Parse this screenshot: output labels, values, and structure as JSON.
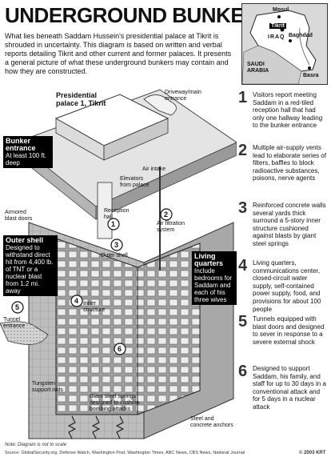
{
  "title": "UNDERGROUND BUNKER",
  "intro": "What lies beneath Saddam Hussein's presidential palace at Tikrit is shrouded in uncertainty. This diagram is based on written and verbal reports detailing Tikrit and other current and former palaces. It presents a general picture of what these underground bunkers may contain and how they are constructed.",
  "map": {
    "cities": [
      "Mosul",
      "Tikrit",
      "Baghdad",
      "Basra"
    ],
    "countries": [
      "IRAQ",
      "SAUDI ARABIA"
    ]
  },
  "diagram": {
    "palace_label": "Presidential palace 1, Tikrit",
    "driveway": "Driveway/main entrance",
    "air_intake": "Air intake",
    "elevators": "Elevators from palace",
    "reception": "Reception hall",
    "armored": "Armored blast doors",
    "air_filtration": "Air filtration system",
    "outer_shell_lbl": "Outer shell",
    "inner_structure": "Inner structure",
    "tunnel_entrance": "Tunnel entrance",
    "tungsten": "Tungsten support rods",
    "springs": "Giant steel springs designed to cushion bombing attacks",
    "anchors": "Steel and concrete anchors",
    "bunker_box": {
      "head": "Bunker entrance",
      "body": "At least 100 ft. deep"
    },
    "shell_box": {
      "head": "Outer shell",
      "body": "Designed to withstand direct hit from 4,400 lb. of TNT or a nuclear blast from 1.2 mi. away"
    },
    "living_box": {
      "head": "Living quarters",
      "body": "Include bedrooms for Saddam and each of his three wives"
    },
    "markers": [
      "1",
      "2",
      "3",
      "4",
      "5",
      "6"
    ]
  },
  "steps": [
    {
      "n": "1",
      "text": "Visitors report meeting Saddam in a red-tiled reception hall that had only one hallway leading to the bunker entrance"
    },
    {
      "n": "2",
      "text": "Multiple air-supply vents lead to elaborate series of filters, baffles to block radioactive substances, poisons, nerve agents"
    },
    {
      "n": "3",
      "text": "Reinforced concrete walls several yards thick surround a 5-story inner structure cushioned against blasts by giant steel springs"
    },
    {
      "n": "4",
      "text": "Living quarters, communications center, closed-circuit water supply, self-contained power supply, food, and provisions for about 100 people"
    },
    {
      "n": "5",
      "text": "Tunnels equipped with blast doors and designed to sever in response to a severe external shock"
    },
    {
      "n": "6",
      "text": "Designed to support Saddam, his family, and staff for up to 30 days in a conventional attack and for 5 days in a nuclear attack"
    }
  ],
  "footnote": "Note: Diagram is not to scale",
  "source": "Source: GlobalSecurity.org, Defense Watch, Washington Post, Washington Times, ABC News, CBS News, National Journal",
  "credit": "© 2003 KRT"
}
